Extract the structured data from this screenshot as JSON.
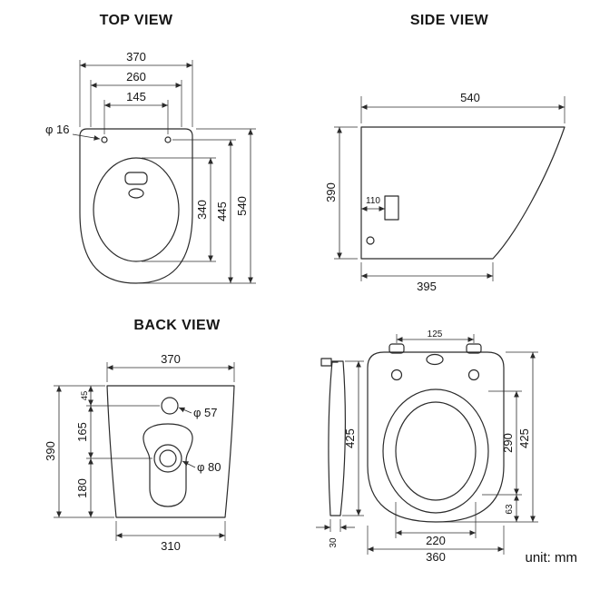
{
  "page": {
    "unit_label": "unit: mm"
  },
  "views": {
    "top": {
      "title": "TOP VIEW",
      "dims": {
        "overall_width": "370",
        "rim_width": "260",
        "hinge_spacing": "145",
        "hinge_hole_dia": "φ 16",
        "overall_depth": "540",
        "hinge_to_front": "445",
        "bowl_depth": "340"
      }
    },
    "side": {
      "title": "SIDE VIEW",
      "dims": {
        "overall_length": "540",
        "height": "390",
        "inlet_offset": "110",
        "base_length": "395"
      }
    },
    "back": {
      "title": "BACK VIEW",
      "dims": {
        "overall_width": "370",
        "overall_height": "390",
        "top_to_inlet": "45",
        "inlet_to_outlet": "165",
        "outlet_to_base": "180",
        "inlet_dia": "φ 57",
        "outlet_dia": "φ 80",
        "base_width": "310"
      }
    },
    "seat": {
      "dims": {
        "hinge_spacing": "125",
        "side_length": "425",
        "side_thickness": "30",
        "opening_length": "290",
        "overall_length": "425",
        "tail_length": "63",
        "opening_width": "220",
        "overall_width": "360"
      }
    }
  }
}
